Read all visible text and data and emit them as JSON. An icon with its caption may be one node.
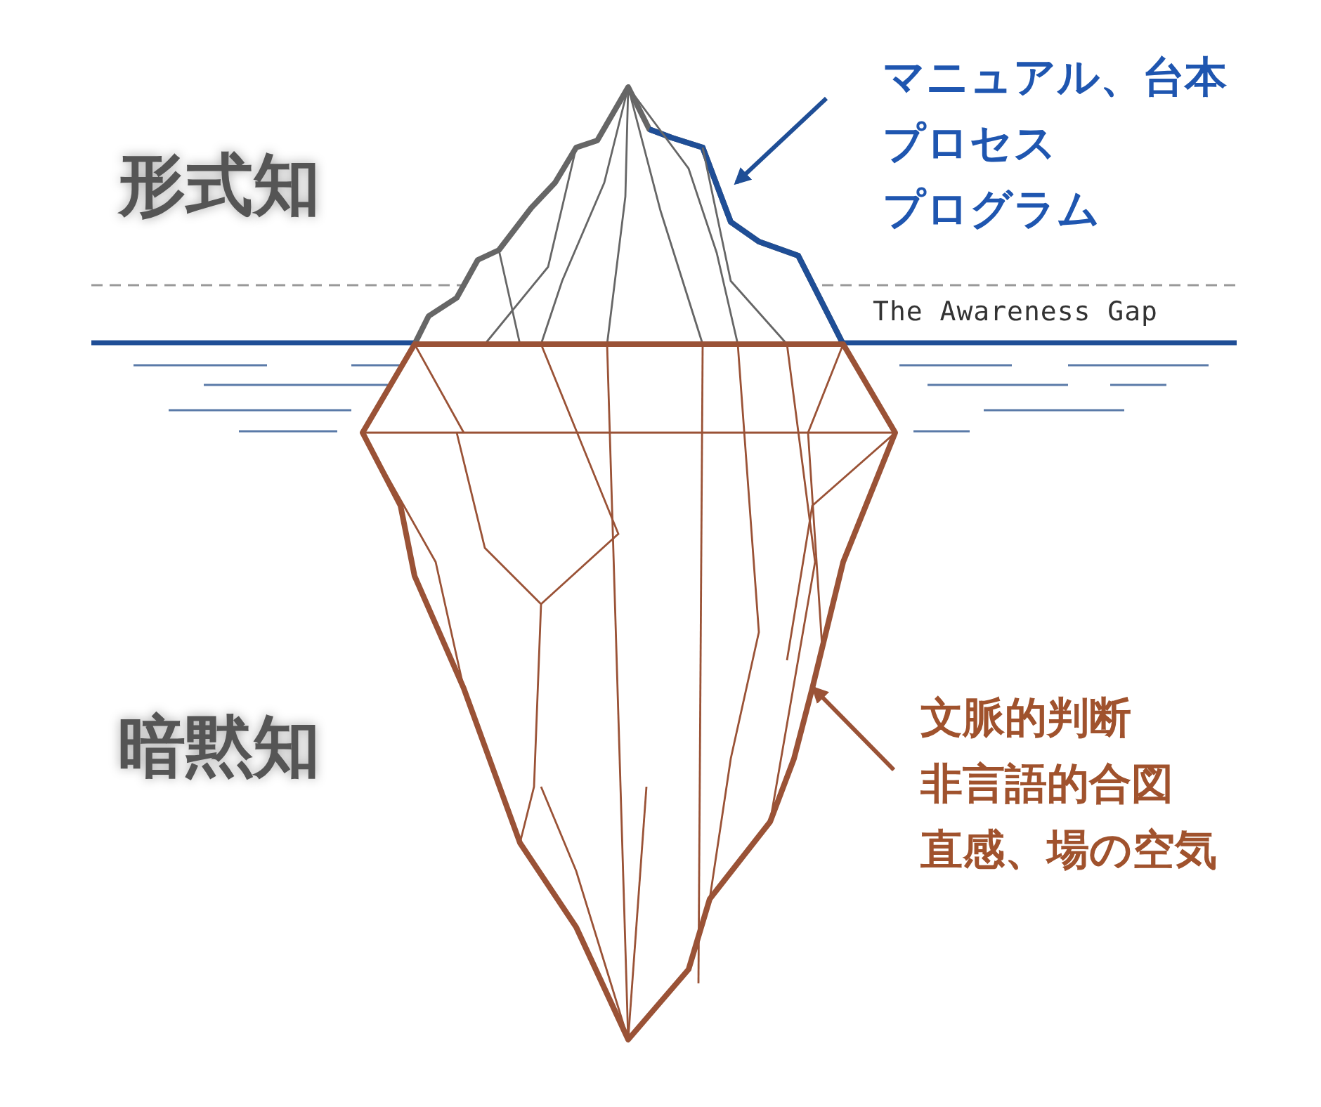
{
  "diagram": {
    "nodes": [
      {
        "text": [
          "マニュアル、台本",
          "プロセス",
          "プログラム"
        ]
      },
      {
        "text": [],
        "shape": "picture"
      },
      {
        "text": [
          "文脈的判断",
          "非言語的合図",
          "直感、場の空気"
        ]
      },
      {
        "text": [],
        "shape": "picture"
      }
    ],
    "edges": [
      {
        "from": 0,
        "to": 1,
        "arrow": "to",
        "color": "#1f4e96"
      },
      {
        "from": 2,
        "to": 3,
        "arrow": "to",
        "color": "#9a5236"
      }
    ],
    "labels": [
      "形式知",
      "The Awareness Gap",
      "暗黙知"
    ]
  }
}
